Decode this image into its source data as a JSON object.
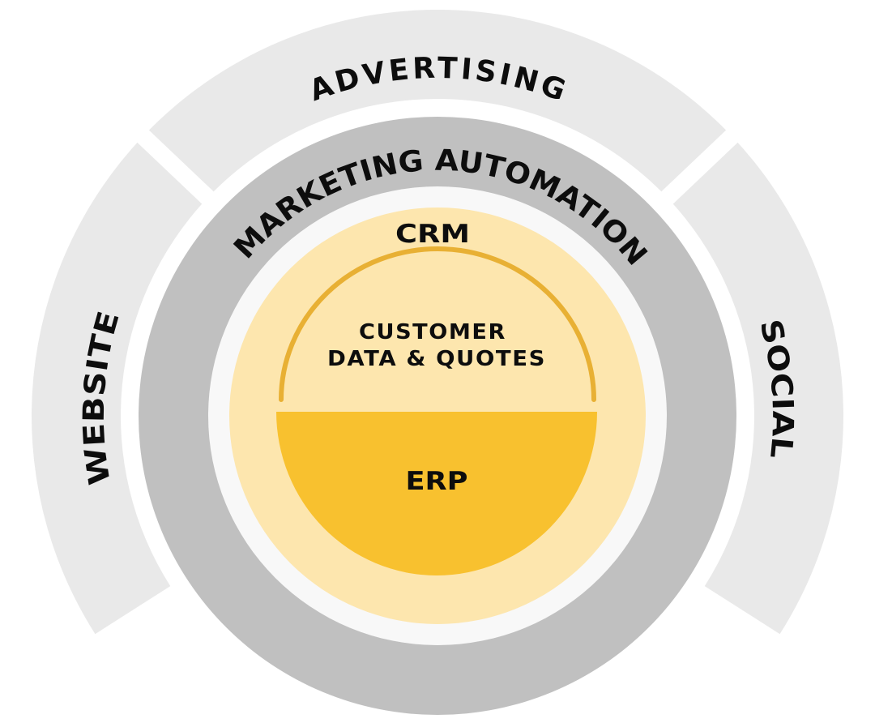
{
  "title": "Technology stack layers",
  "colors": {
    "outer_segment": "#E9E9E9",
    "marketing_ring": "#C0C0C0",
    "inner_gap": "#F8F8F8",
    "crm_fill": "#FDE6AE",
    "erp_fill": "#F8C12F",
    "crm_arc": "#E8B034",
    "text": "#0D0D0D",
    "background": "#FFFFFF"
  },
  "outer_ring": {
    "segments": [
      {
        "id": "website",
        "label": "WEBSITE"
      },
      {
        "id": "advertising",
        "label": "ADVERTISING"
      },
      {
        "id": "social",
        "label": "SOCIAL"
      }
    ]
  },
  "marketing_ring": {
    "label": "MARKETING AUTOMATION"
  },
  "crm": {
    "label": "CRM",
    "content_lines": [
      "CUSTOMER",
      "DATA & QUOTES"
    ]
  },
  "erp": {
    "label": "ERP"
  }
}
